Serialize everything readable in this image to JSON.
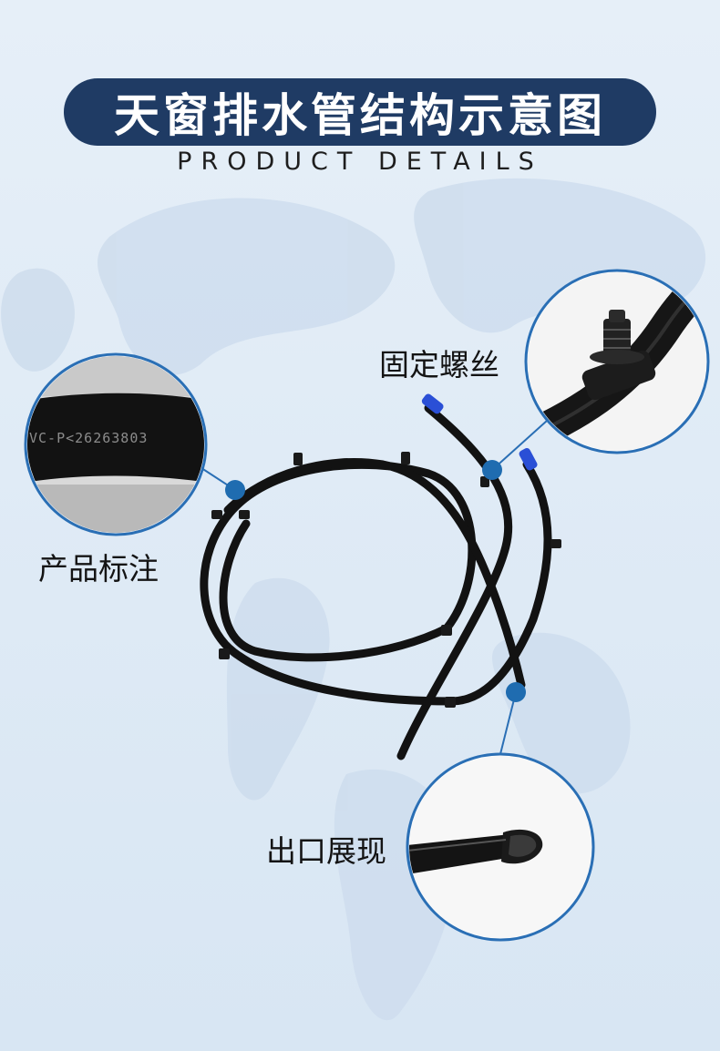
{
  "header": {
    "title": "天窗排水管结构示意图",
    "subtitle": "PRODUCT DETAILS"
  },
  "callouts": {
    "screw": {
      "label": "固定螺丝",
      "icon": "screw-clip-icon"
    },
    "marking": {
      "label": "产品标注",
      "print_text": "VC-P<26263803"
    },
    "outlet": {
      "label": "出口展现",
      "icon": "tube-outlet-icon"
    }
  },
  "colors": {
    "title_bg": "#1f3b64",
    "dot": "#1f6cb0",
    "cap": "#2a4fd6",
    "tube": "#121212",
    "background": "#dde9f4"
  }
}
